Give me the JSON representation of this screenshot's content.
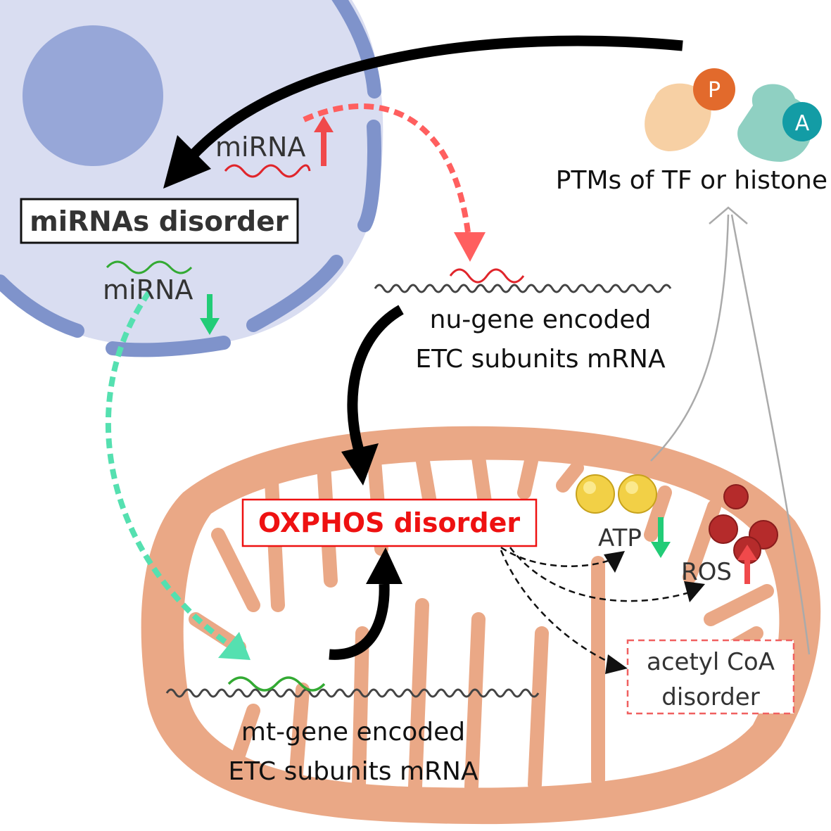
{
  "nucleus": {
    "mirna_up_label": "miRNA",
    "mirna_down_label": "miRNA",
    "disorder_label": "miRNAs disorder"
  },
  "ptm": {
    "label": "PTMs of TF or histone",
    "phospho_badge": "P",
    "acetyl_badge": "A"
  },
  "nu_mrna": {
    "line1": "nu-gene encoded",
    "line2": "ETC subunits mRNA"
  },
  "mt_mrna": {
    "line1": "mt-gene encoded",
    "line2": "ETC subunits mRNA"
  },
  "mito": {
    "oxphos_label": "OXPHOS disorder",
    "atp_label": "ATP",
    "ros_label": "ROS",
    "acetyl_line1": "acetyl CoA",
    "acetyl_line2": "disorder"
  },
  "colors": {
    "nucleus_fill": "#d9ddf1",
    "nucleus_membrane": "#7f93cb",
    "nucleolus": "#97a7d8",
    "mito_fill": "#eaa886",
    "up_arrow": "#f0494b",
    "down_arrow": "#22cc77",
    "mirna_up_wave": "#e0252b",
    "mirna_down_wave": "#33aa33",
    "oxphos_text": "#ee1111",
    "green_dashed": "#55e0b0",
    "red_dashed": "#ff5f5f",
    "phospho_badge": "#e26a2c",
    "acetyl_badge": "#139ca5",
    "atp_ball": "#f2d046",
    "ros_ball": "#b52b2b"
  },
  "icons": [
    "up-arrow-icon",
    "down-arrow-icon",
    "phosphate-badge-icon",
    "acetyl-badge-icon",
    "atp-molecule-icon",
    "ros-molecule-icon"
  ]
}
